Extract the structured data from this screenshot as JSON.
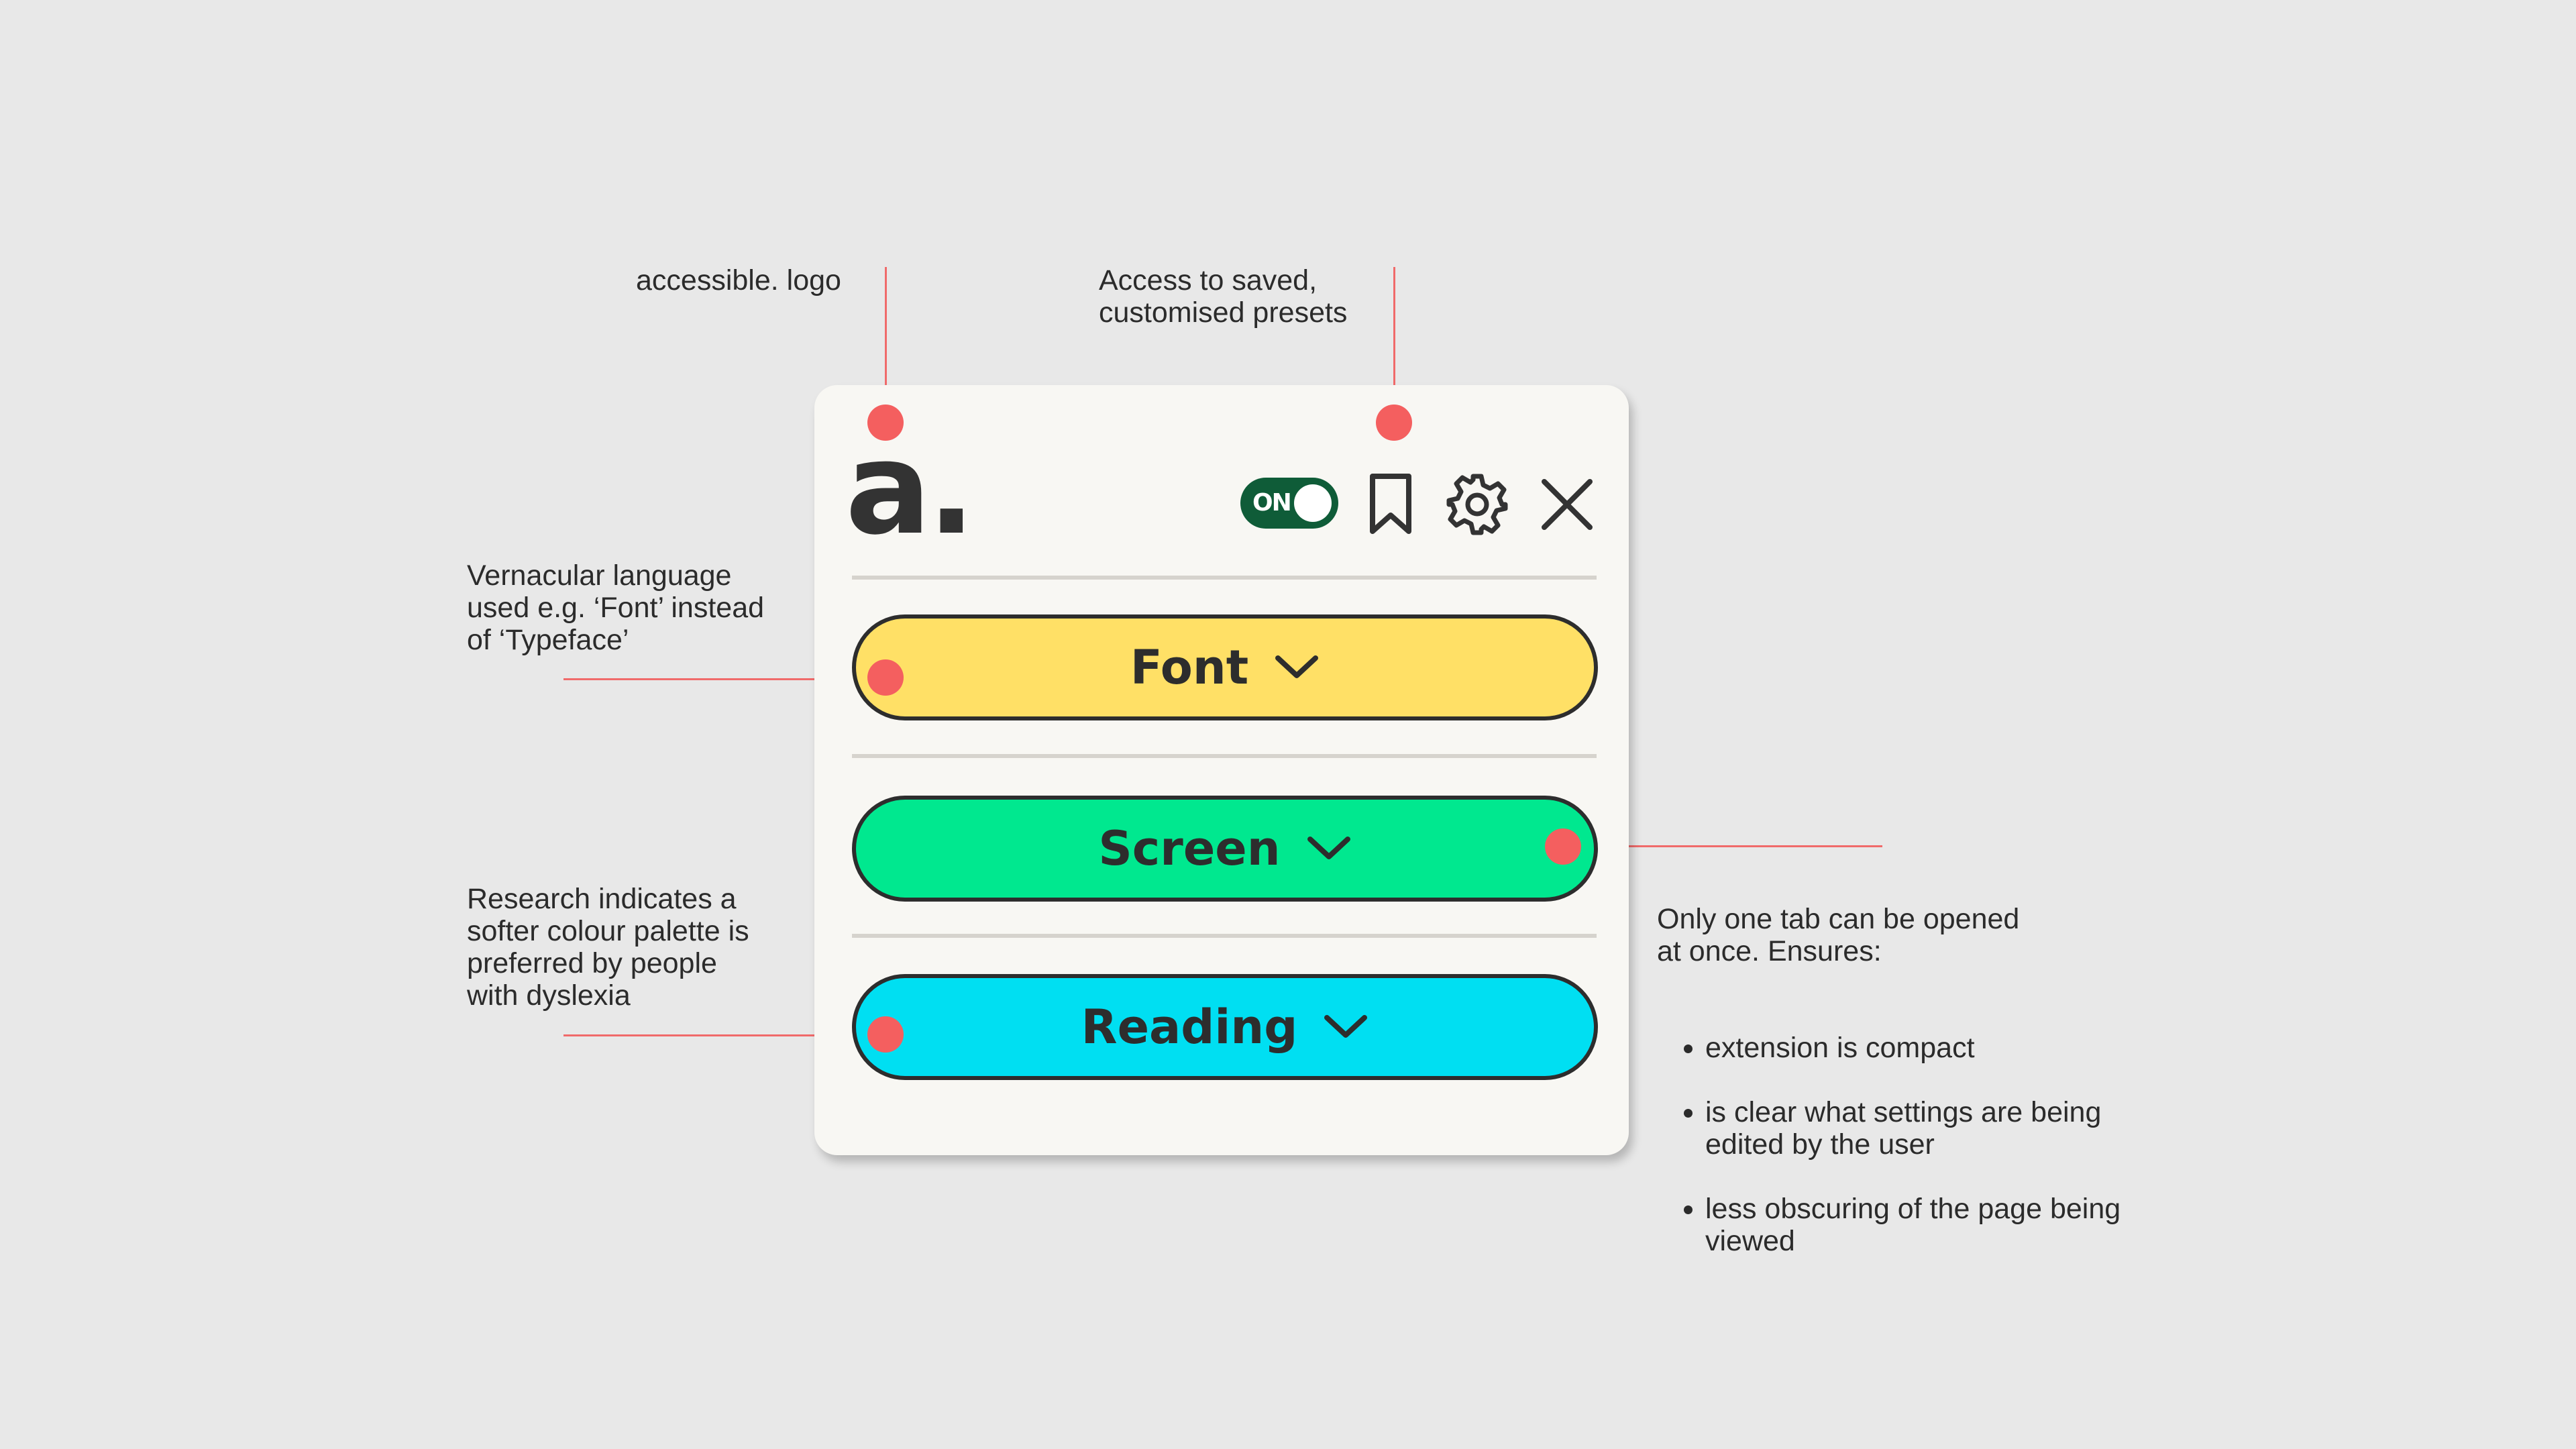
{
  "annotations": {
    "logo_note": "accessible. logo",
    "presets_note": "Access to saved,\ncustomised presets",
    "vernacular_note": "Vernacular language\nused e.g. ‘Font’ instead\nof ‘Typeface’",
    "palette_note": "Research indicates a\nsofter colour palette is\npreferred by people\nwith dyslexia",
    "tabs_note": {
      "intro": "Only one tab can be opened\nat once. Ensures:",
      "bullets": [
        "extension is compact",
        "is clear what settings are being edited by the user",
        "less obscuring of the page being viewed"
      ]
    }
  },
  "panel": {
    "logo": "a.",
    "toggle_label": "ON",
    "icons": [
      "bookmark-icon",
      "gear-icon",
      "close-icon"
    ],
    "tabs": [
      {
        "label": "Font",
        "color": "#ffe066"
      },
      {
        "label": "Screen",
        "color": "#00e88f"
      },
      {
        "label": "Reading",
        "color": "#00dff2"
      }
    ]
  },
  "colors": {
    "background": "#e8e8e8",
    "panel": "#f8f7f3",
    "annotation_marker": "#f45f5f",
    "toggle": "#0f5c38"
  }
}
